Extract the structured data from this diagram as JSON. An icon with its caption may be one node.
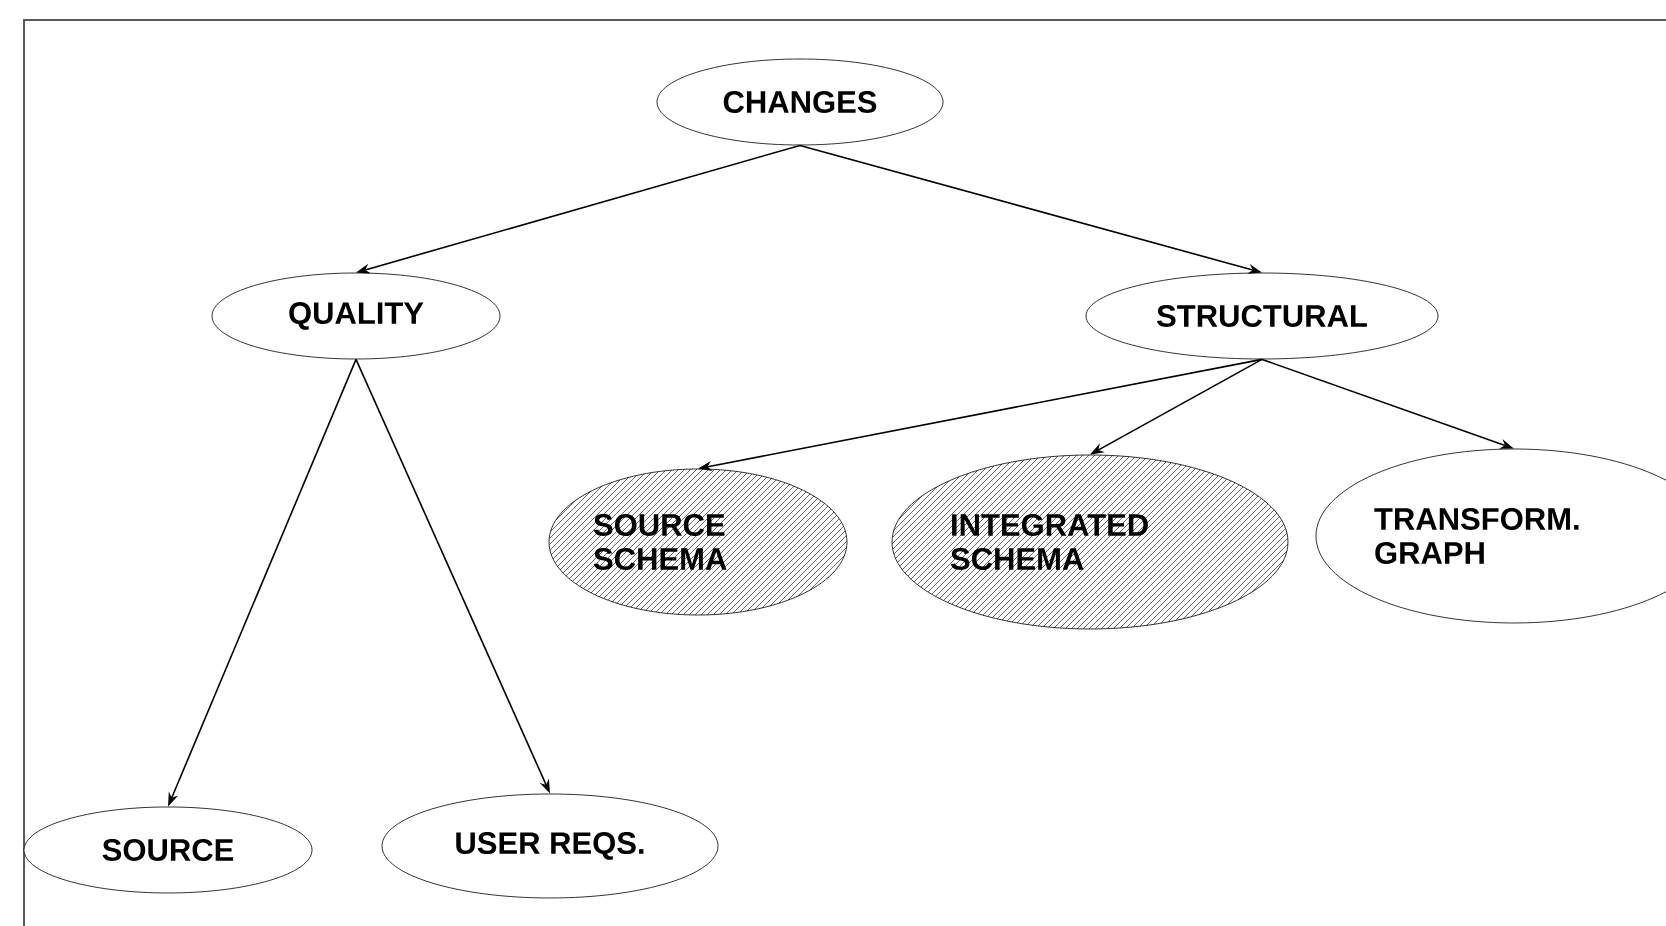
{
  "diagram": {
    "nodes": [
      {
        "text": [
          "CHANGES"
        ]
      },
      {
        "text": [
          "QUALITY"
        ]
      },
      {
        "text": [
          "STRUCTURAL"
        ]
      },
      {
        "text": [
          "SOURCE SCHEMA"
        ]
      },
      {
        "text": [
          "INTEGRATED SCHEMA"
        ]
      },
      {
        "text": [
          "TRANSFORM. GRAPH"
        ]
      },
      {
        "text": [
          "SOURCE"
        ]
      },
      {
        "text": [
          "USER REQS."
        ]
      }
    ],
    "edges": [
      {
        "from": 0,
        "to": 1,
        "arrow": "to"
      },
      {
        "from": 0,
        "to": 2,
        "arrow": "to"
      },
      {
        "from": 2,
        "to": 3,
        "arrow": "to"
      },
      {
        "from": 2,
        "to": 4,
        "arrow": "to"
      },
      {
        "from": 2,
        "to": 5,
        "arrow": "to"
      },
      {
        "from": 1,
        "to": 6,
        "arrow": "to"
      },
      {
        "from": 1,
        "to": 7,
        "arrow": "to"
      }
    ]
  }
}
